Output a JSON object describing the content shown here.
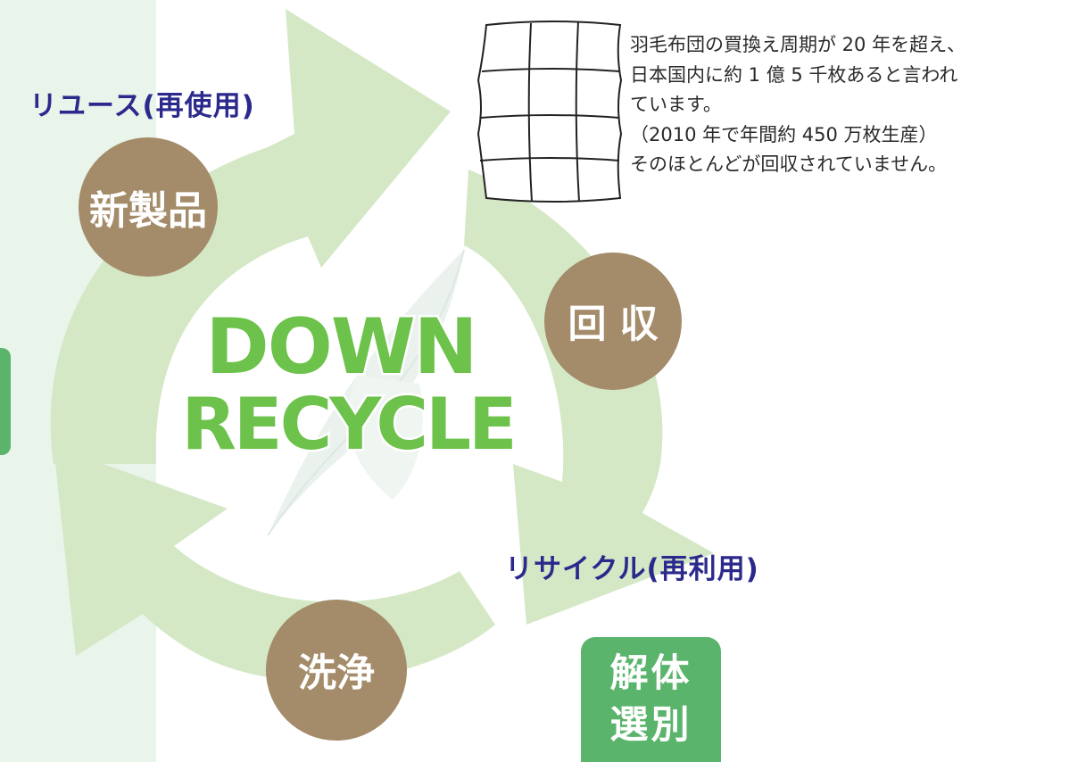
{
  "title": {
    "line1": "DOWN",
    "line2": "RECYCLE"
  },
  "labels": {
    "reuse": "リユース(再使用)",
    "recycle": "リサイクル(再利用)"
  },
  "nodes": {
    "new_product": "新製品",
    "collection": "回 収",
    "washing": "洗浄",
    "dismantle_line1": "解体",
    "dismantle_line2": "選別"
  },
  "description": [
    "羽毛布団の買換え周期が 20 年を超え、",
    "日本国内に約 1 億 5 千枚あると言われ",
    "ています。",
    "（2010 年で年間約 450 万枚生産）",
    "そのほとんどが回収されていません。"
  ],
  "colors": {
    "arrow_green": "#d4e8c6",
    "panel_bg": "#e9f4ea",
    "node_brown": "#a48b69",
    "label_blue": "#2b2a8c",
    "title_green": "#6cc24a",
    "box_green": "#5ab46c"
  }
}
